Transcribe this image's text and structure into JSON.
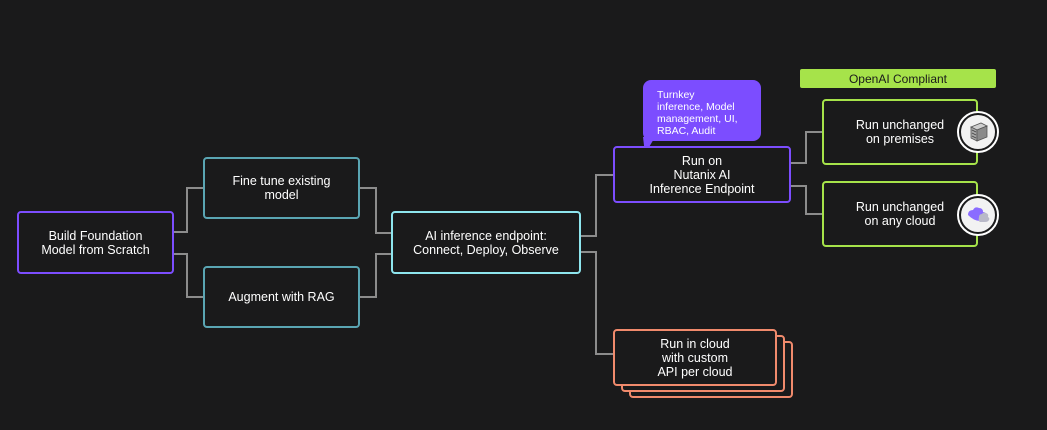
{
  "nodes": {
    "build_foundation": "Build Foundation\nModel from Scratch",
    "fine_tune": "Fine tune existing\nmodel",
    "augment_rag": "Augment with RAG",
    "inference_endpoint": "AI inference endpoint:\nConnect, Deploy, Observe",
    "run_nutanix": "Run on\nNutanix AI\nInference Endpoint",
    "run_premises": "Run unchanged\non premises",
    "run_any_cloud": "Run unchanged\non any cloud",
    "run_cloud_custom": "Run in cloud\nwith custom\nAPI per cloud"
  },
  "badge": "OpenAI Compliant",
  "callout": "Turnkey\ninference, Model\nmanagement, UI,\nRBAC, Audit",
  "icons": {
    "premises": "server-rack-icon",
    "cloud": "cloud-icon"
  },
  "colors": {
    "background": "#1a1a1b",
    "purple": "#7c4dff",
    "teal": "#5aa5b3",
    "teal_bright": "#8ee5ee",
    "green": "#a6e34a",
    "salmon": "#f08a6c",
    "connector": "#8c8c8c"
  }
}
